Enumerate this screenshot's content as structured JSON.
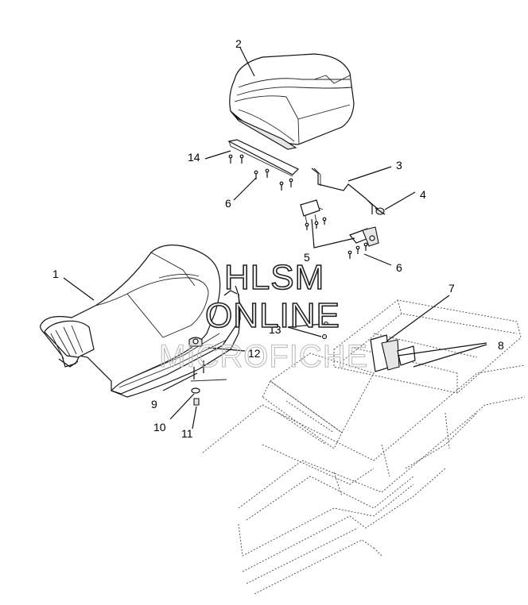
{
  "callouts": {
    "n1": "1",
    "n2": "2",
    "n3": "3",
    "n4": "4",
    "n5": "5",
    "n6a": "6",
    "n6b": "6",
    "n7": "7",
    "n8": "8",
    "n9": "9",
    "n10": "10",
    "n11": "11",
    "n12": "12",
    "n13": "13",
    "n14": "14"
  },
  "watermark": {
    "line1": "HLSM",
    "line2": "ONLINE",
    "line3": "MICROFICHE"
  },
  "colors": {
    "ink": "#111111",
    "frame_dots": "#555555",
    "watermark_light": "#bdbdbd",
    "background": "#ffffff"
  }
}
